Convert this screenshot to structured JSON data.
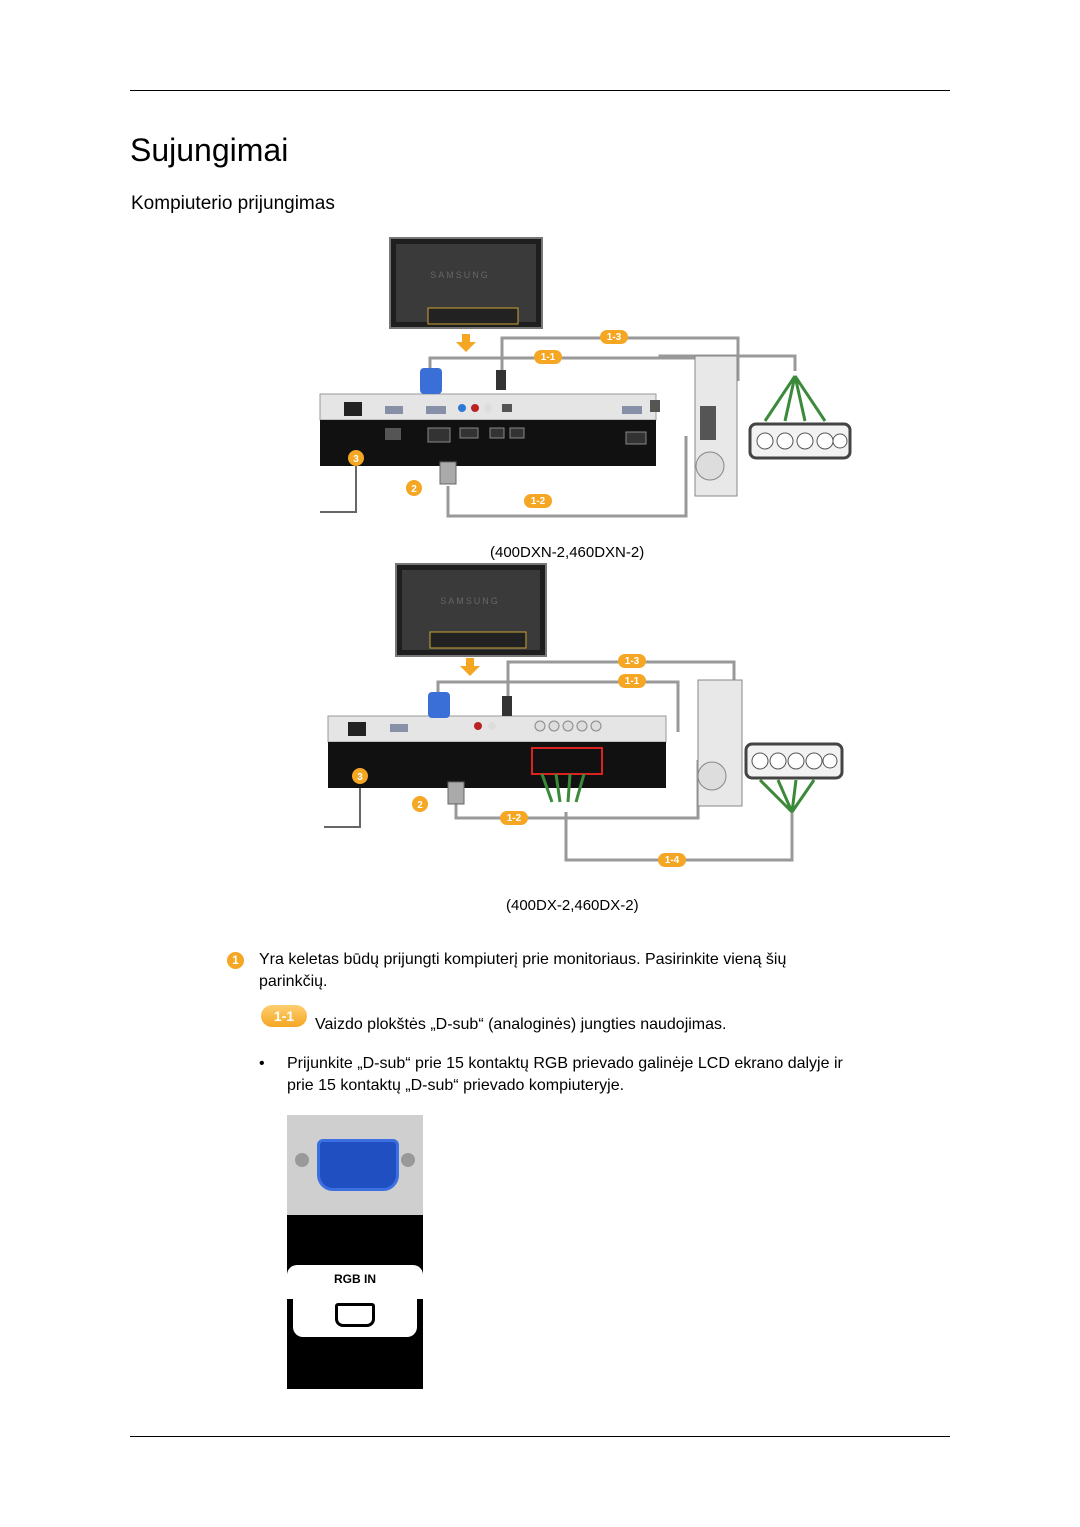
{
  "header": {
    "title": "Sujungimai"
  },
  "section": {
    "title": "Kompiuterio prijungimas"
  },
  "figures": [
    {
      "caption": "(400DXN-2,460DXN-2)",
      "brand": "SAMSUNG",
      "labels": [
        "1-3",
        "1-1",
        "3",
        "2",
        "1-2"
      ]
    },
    {
      "caption": "(400DX-2,460DX-2)",
      "brand": "SAMSUNG",
      "labels": [
        "1-3",
        "1-1",
        "3",
        "2",
        "1-2",
        "1-4"
      ]
    }
  ],
  "note": {
    "icon": "1",
    "text": "Yra keletas būdų prijungti kompiuterį prie monitoriaus. Pasirinkite vieną šių parinkčių."
  },
  "option": {
    "badge": "1-1",
    "text": "Vaizdo plokštės „D-sub“ (analoginės) jungties naudojimas."
  },
  "bullet": {
    "symbol": "•",
    "text": "Prijunkite „D-sub“ prie 15 kontaktų RGB prievado galinėje LCD ekrano dalyje ir prie 15 kontaktų „D-sub“ prievado kompiuteryje."
  },
  "port_photo": {
    "label": "RGB IN"
  },
  "colors": {
    "accent": "#f5a623",
    "cable": "#9a9a9a",
    "panel": "#111111"
  }
}
